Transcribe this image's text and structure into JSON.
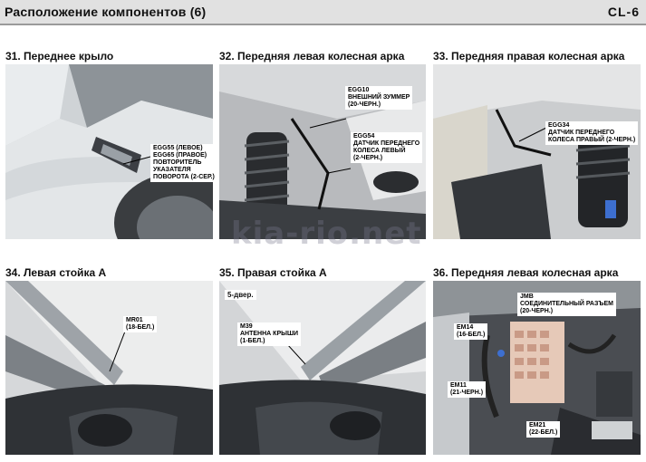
{
  "header": {
    "title": "Расположение компонентов (6)",
    "code": "CL-6"
  },
  "watermark": "kia-rio.net",
  "panels": [
    {
      "title": "31. Переднее крыло",
      "callouts": [
        {
          "lines": [
            "EGG55 (ЛЕВОЕ)",
            "EGG65 (ПРАВОЕ)",
            "ПОВТОРИТЕЛЬ",
            "УКАЗАТЕЛЯ",
            "ПОВОРОТА (2-СЕР.)"
          ]
        }
      ]
    },
    {
      "title": "32. Передняя левая колесная арка",
      "callouts": [
        {
          "lines": [
            "EGG10",
            "ВНЕШНИЙ ЗУММЕР",
            "(20-ЧЕРН.)"
          ]
        },
        {
          "lines": [
            "EGG54",
            "ДАТЧИК ПЕРЕДНЕГО",
            "КОЛЕСА ЛЕВЫЙ",
            "(2-ЧЕРН.)"
          ]
        }
      ]
    },
    {
      "title": "33. Передняя правая колесная арка",
      "callouts": [
        {
          "lines": [
            "EGG34",
            "ДАТЧИК ПЕРЕДНЕГО",
            "КОЛЕСА ПРАВЫЙ (2-ЧЕРН.)"
          ]
        }
      ]
    },
    {
      "title": "34. Левая стойка А",
      "callouts": [
        {
          "lines": [
            "MR01",
            "(18-БЕЛ.)"
          ]
        }
      ]
    },
    {
      "title": "35. Правая стойка А",
      "note": "5-двер.",
      "callouts": [
        {
          "lines": [
            "M39",
            "АНТЕННА КРЫШИ",
            "(1-БЕЛ.)"
          ]
        }
      ]
    },
    {
      "title": "36. Передняя левая колесная арка",
      "callouts": [
        {
          "lines": [
            "JMB",
            "СОЕДИНИТЕЛЬНЫЙ РАЗЪЕМ",
            "(20-ЧЕРН.)"
          ]
        },
        {
          "lines": [
            "EM14",
            "(16-БЕЛ.)"
          ]
        },
        {
          "lines": [
            "EM11",
            "(21-ЧЕРН.)"
          ]
        },
        {
          "lines": [
            "EM21",
            "(22-БЕЛ.)"
          ]
        }
      ]
    }
  ]
}
